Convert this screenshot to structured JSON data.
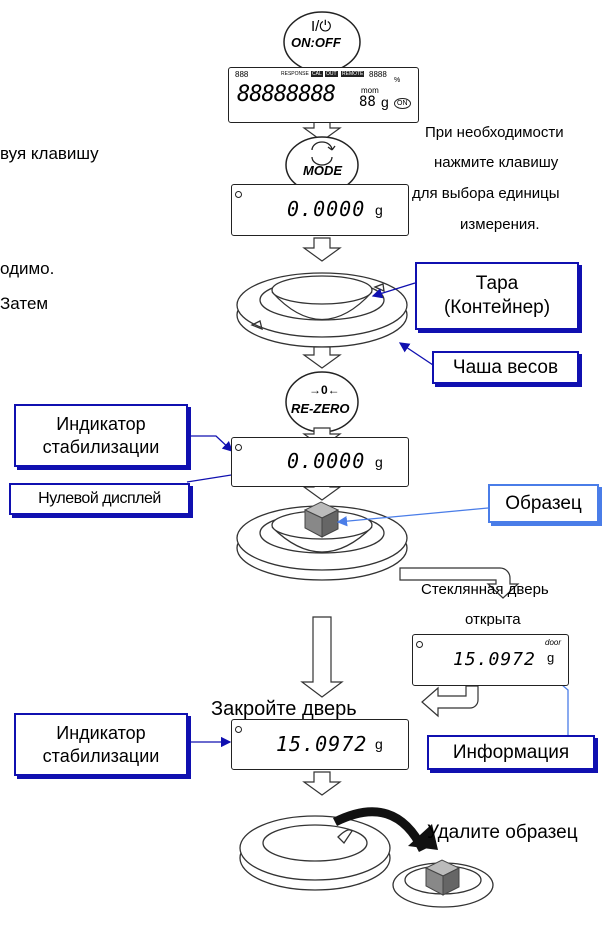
{
  "left_text": {
    "line1": "вуя клавишу",
    "line2": "одимо.",
    "line3": "Затем"
  },
  "keys": {
    "power_icon": "I/⏻",
    "power_label": "ON:OFF",
    "mode_label": "MODE",
    "rezero_icon": "→0←",
    "rezero_label": "RE-ZERO"
  },
  "full_display": {
    "digits": "88888888",
    "small_digits": "888",
    "indicators": [
      "RESPONSE",
      "CAL",
      "OUT",
      "REMOTE"
    ],
    "right_digits": "8888",
    "unit": "mom",
    "unit_digits": "88",
    "unit_g": "g",
    "percent": "%",
    "on_badge": "ON"
  },
  "note_unit": {
    "line1": "При необходимости",
    "line2": "нажмите клавишу",
    "line3": "для выбора единицы",
    "line4": "измерения."
  },
  "display_1": {
    "value": "0.0000",
    "unit": "g"
  },
  "display_2": {
    "value": "0.0000",
    "unit": "g"
  },
  "display_door": {
    "value": "15.0972",
    "unit": "g",
    "info": "door"
  },
  "display_3": {
    "value": "15.0972",
    "unit": "g"
  },
  "labels": {
    "tare_line1": "Тара",
    "tare_line2": "(Контейнер)",
    "pan": "Чаша весов",
    "stab1_line1": "Индикатор",
    "stab1_line2": "стабилизации",
    "zero_display": "Нулевой дисплей",
    "sample": "Образец",
    "info": "Информация",
    "stab2_line1": "Индикатор",
    "stab2_line2": "стабилизации"
  },
  "glass_door": {
    "line1": "Стеклянная дверь",
    "line2": "открыта"
  },
  "close_door": "Закройте дверь",
  "remove_sample": "Удалите образец"
}
